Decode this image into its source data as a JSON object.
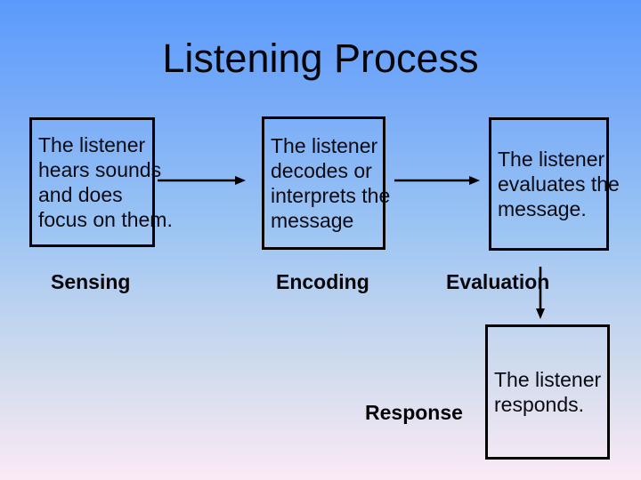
{
  "slide": {
    "title": "Listening Process",
    "stages": [
      {
        "id": "sensing",
        "label": "Sensing",
        "box_text": "The listener\nhears sounds\nand does\nfocus on them."
      },
      {
        "id": "encoding",
        "label": "Encoding",
        "box_text": "The listener\ndecodes or\ninterprets the\nmessage"
      },
      {
        "id": "evaluation",
        "label": "Evaluation",
        "box_text": "The listener\nevaluates the\nmessage."
      },
      {
        "id": "response",
        "label": "Response",
        "box_text": "The listener\nresponds."
      }
    ],
    "connectors": [
      {
        "name": "sensing-to-encoding",
        "direction": "right"
      },
      {
        "name": "encoding-to-evaluation",
        "direction": "right"
      },
      {
        "name": "evaluation-to-response",
        "direction": "down"
      }
    ],
    "colors": {
      "background_top": "#5B9AFC",
      "background_middle": "#9CC5F3",
      "background_bottom": "#FAEAF5",
      "box_border": "#000000",
      "text": "#0A0A12",
      "arrow": "#000000"
    }
  }
}
